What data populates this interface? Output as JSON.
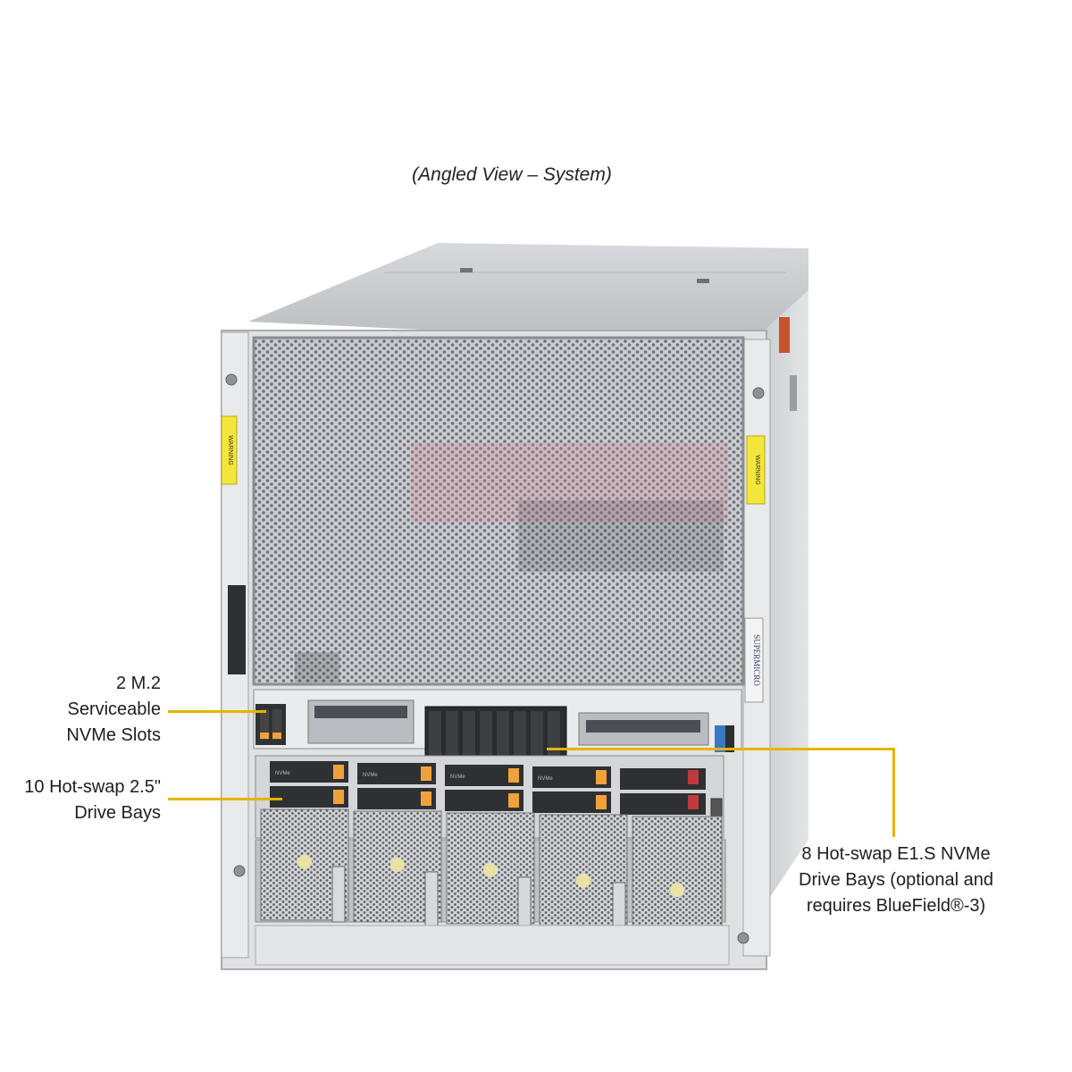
{
  "caption": "(Angled View – System)",
  "callouts": {
    "m2": {
      "lines": [
        "2 M.2",
        "Serviceable",
        "NVMe Slots"
      ]
    },
    "drive_bays": {
      "lines": [
        "10 Hot-swap 2.5\"",
        "Drive Bays"
      ]
    },
    "e1s": {
      "lines": [
        "8 Hot-swap E1.S NVMe",
        "Drive Bays (optional and",
        "requires BlueField®-3)"
      ]
    }
  },
  "labels": {
    "warning": "WARNING",
    "brand": "SUPERMICRO",
    "drive_tag": "NVMe"
  },
  "colors": {
    "leader": "#e6b400",
    "warning_label": "#f3e63a",
    "drive_tab_orange": "#f0a23a",
    "drive_tab_red": "#c0393f"
  }
}
